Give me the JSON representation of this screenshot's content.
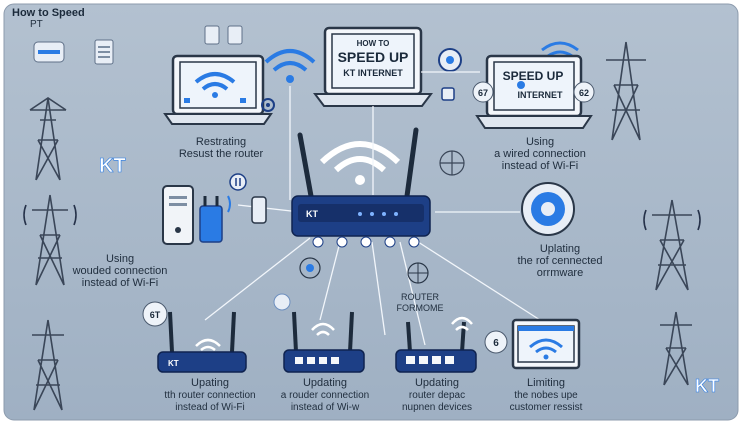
{
  "header": {
    "title_line1": "How to Speed",
    "title_line2": "PT"
  },
  "brand": {
    "left_logo": "KT",
    "right_logo": "KT"
  },
  "center_laptop": {
    "line1": "HOW TO",
    "line2": "SPEED UP",
    "line3": "KT INTERNET"
  },
  "right_laptop": {
    "line1": "SPEED UP",
    "line2": "INTERNET",
    "badge_left": "67",
    "badge_right": "62"
  },
  "router_label": "KT",
  "labels": {
    "restarting_1": "Restrating",
    "restarting_2": "Resust the router",
    "wired_top_1": "Using",
    "wired_top_2": "a wired connection",
    "wired_top_3": "instead of Wi-Fi",
    "wired_left_1": "Using",
    "wired_left_2": "wouded connection",
    "wired_left_3": "instead of Wi-Fi",
    "updating_fw_1": "Uplating",
    "updating_fw_2": "the  rof cennected",
    "updating_fw_3": "orrmware",
    "router_for_1": "ROUTER",
    "router_for_2": "FORMOME",
    "bottom1_1": "Upating",
    "bottom1_2": "tth router connection",
    "bottom1_3": "instead of Wi-Fi",
    "bottom2_1": "Updating",
    "bottom2_2": "a rouder connection",
    "bottom2_3": "instead of Wi-w",
    "bottom3_1": "Updating",
    "bottom3_2": "router depac",
    "bottom3_3": "nupnen devices",
    "bottom4_1": "Limiting",
    "bottom4_2": "the nobes upe",
    "bottom4_3": "customer ressist"
  },
  "badges": {
    "left_router": "6T",
    "bottom_right": "6",
    "bottom_router_kt": "KT"
  },
  "colors": {
    "background": "#a7b7c8",
    "accent": "#2a7be4",
    "dark": "#1d2b3c"
  }
}
